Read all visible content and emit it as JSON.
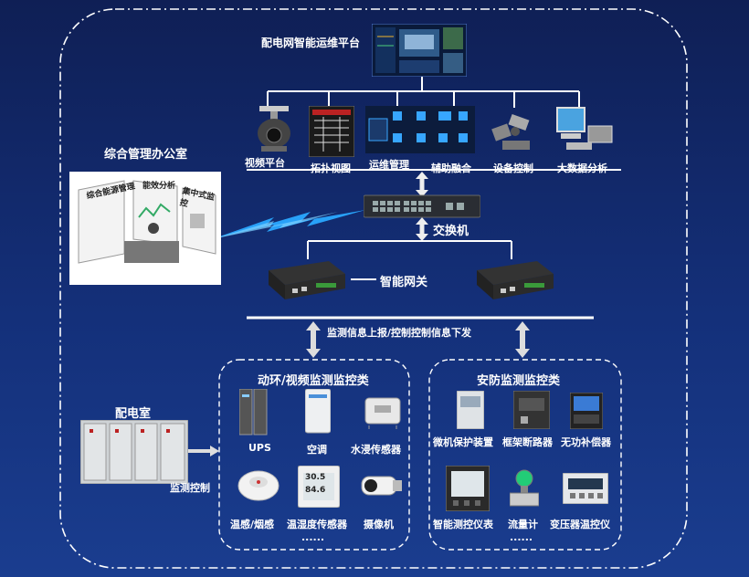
{
  "platform": {
    "title": "配电网智能运维平台"
  },
  "apps": [
    {
      "label": "视频平台"
    },
    {
      "label": "拓扑视图"
    },
    {
      "label": "运维管理"
    },
    {
      "label": "辅助融合"
    },
    {
      "label": "设备控制"
    },
    {
      "label": "大数据分析"
    }
  ],
  "office": {
    "title": "综合管理办公室",
    "panels": [
      "综合能源管理",
      "能效分析",
      "集中式监控"
    ]
  },
  "switch": {
    "label": "交换机"
  },
  "gateway": {
    "label": "智能网关"
  },
  "bus": {
    "label": "监测信息上报/控制控制信息下发"
  },
  "room": {
    "title": "配电室",
    "control_label": "监测控制"
  },
  "env_group": {
    "title": "动环/视频监测监控类",
    "items": [
      {
        "label": "UPS"
      },
      {
        "label": "空调"
      },
      {
        "label": "水浸传感器"
      },
      {
        "label": "温感/烟感"
      },
      {
        "label": "温湿度传感器"
      },
      {
        "label": "摄像机"
      }
    ],
    "ellipsis": "......",
    "sensor_readings": [
      "30.5",
      "84.6"
    ]
  },
  "security_group": {
    "title": "安防监测监控类",
    "items": [
      {
        "label": "微机保护装置"
      },
      {
        "label": "框架断路器"
      },
      {
        "label": "无功补偿器"
      },
      {
        "label": "智能测控仪表"
      },
      {
        "label": "流量计"
      },
      {
        "label": "变压器温控仪"
      }
    ],
    "ellipsis": "......"
  },
  "colors": {
    "background": "#14307a",
    "line": "#ffffff",
    "link": "#2aa8ff"
  }
}
